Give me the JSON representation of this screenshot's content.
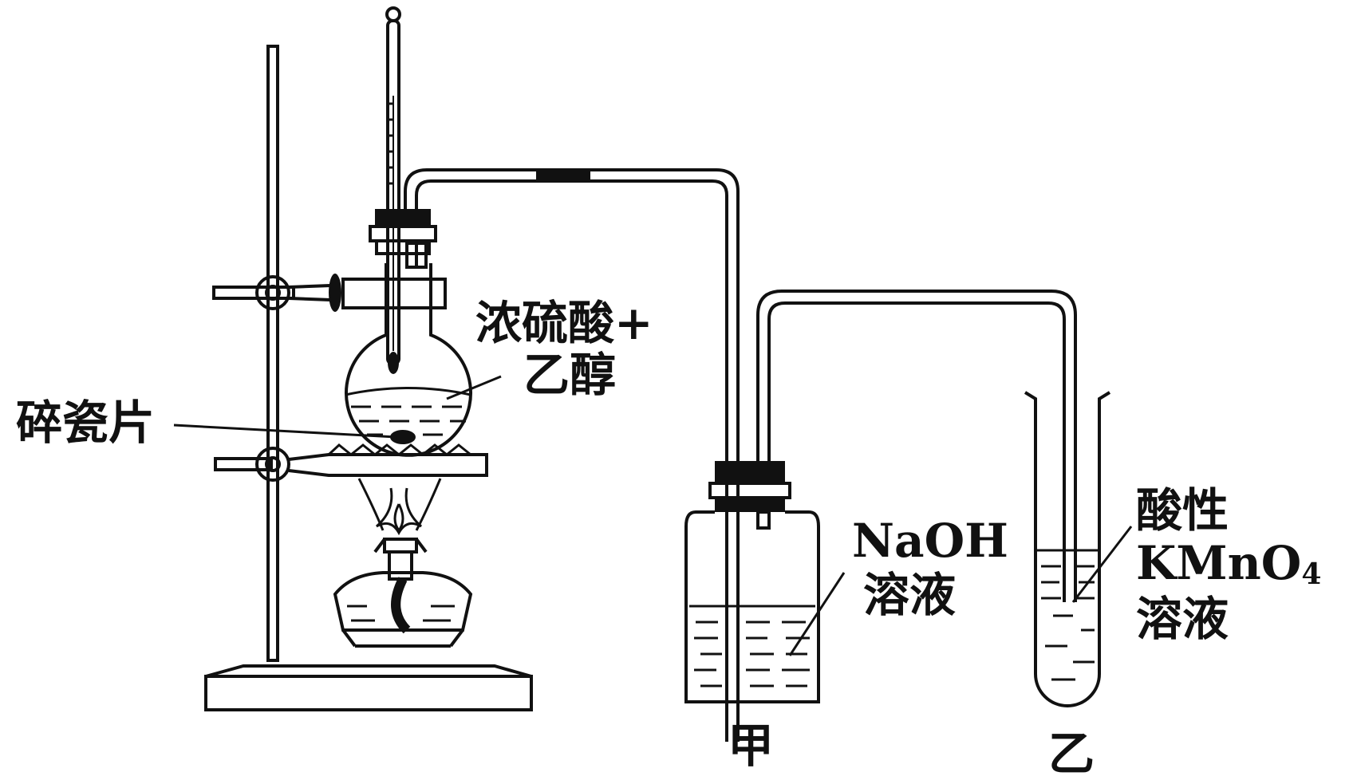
{
  "labels": {
    "acid_mix_line1": "浓硫酸+",
    "acid_mix_line2": "乙醇",
    "chips": "碎瓷片",
    "naoh_line1": "NaOH",
    "naoh_line2": "溶液",
    "kmno4_line1": "酸性",
    "kmno4_line2_main": "KMnO",
    "kmno4_line2_sub": "4",
    "kmno4_line3": "溶液",
    "vessel_a": "甲",
    "vessel_b": "乙"
  },
  "colors": {
    "stroke": "#111111",
    "background": "#ffffff"
  }
}
